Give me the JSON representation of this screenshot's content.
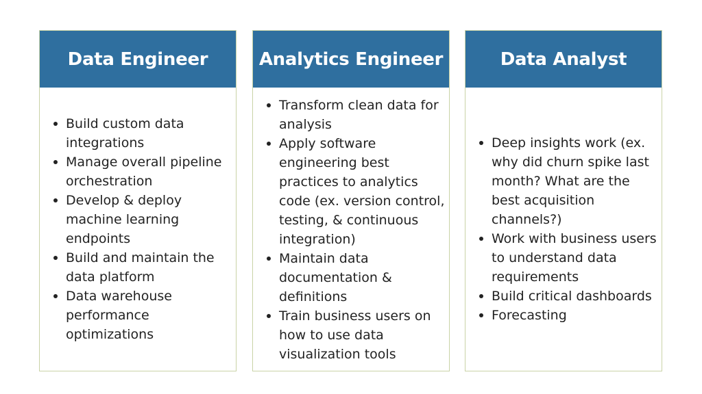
{
  "columns": [
    {
      "title": "Data Engineer",
      "items": [
        "Build custom data integrations",
        "Manage overall pipeline orchestration",
        "Develop & deploy machine learning endpoints",
        "Build and maintain the data platform",
        "Data warehouse performance optimizations"
      ]
    },
    {
      "title": "Analytics Engineer",
      "items": [
        "Transform clean data for analysis",
        "Apply software engineering best practices to analytics code (ex. version control, testing, & continuous integration)",
        "Maintain data documentation & definitions",
        "Train business users on how to use data visualization tools"
      ]
    },
    {
      "title": "Data Analyst",
      "items": [
        "Deep insights work (ex. why did churn spike last month? What are the best acquisition channels?)",
        "Work with business users to understand data requirements",
        "Build critical dashboards",
        "Forecasting"
      ]
    }
  ],
  "colors": {
    "header_bg": "#2f6f9f",
    "header_text": "#ffffff",
    "border": "#c9d3a6",
    "body_text": "#222222"
  }
}
